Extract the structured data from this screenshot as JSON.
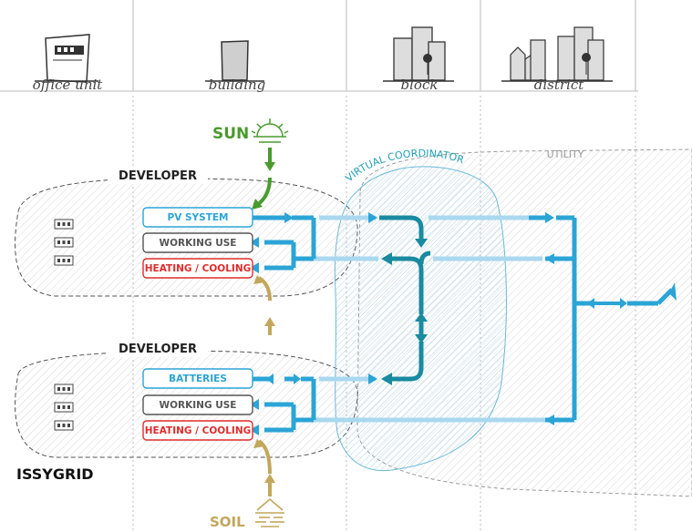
{
  "columns": [
    "office unit",
    "building",
    "block",
    "district"
  ],
  "sun_label": "SUN",
  "soil_label": "SOIL",
  "developer_label": "DEVELOPER",
  "virtual_coordinator_label": "VIRTUAL COORDINATOR",
  "utility_label": "UTILITY",
  "brand": "ISSYGRID",
  "group1": {
    "boxes": [
      {
        "label": "PV SYSTEM",
        "color": "#2ba4d6"
      },
      {
        "label": "WORKING USE",
        "color": "#666666"
      },
      {
        "label": "HEATING / COOLING",
        "color": "#e02b2b"
      }
    ]
  },
  "group2": {
    "boxes": [
      {
        "label": "BATTERIES",
        "color": "#2ba4d6"
      },
      {
        "label": "WORKING USE",
        "color": "#666666"
      },
      {
        "label": "HEATING / COOLING",
        "color": "#e02b2b"
      }
    ]
  },
  "colors": {
    "flow_blue": "#2ba4d6",
    "flow_light": "#a9d8ef",
    "coordinator_teal": "#1a8aa0",
    "sun_green": "#4a9b2e",
    "soil_gold": "#c2a75c"
  }
}
